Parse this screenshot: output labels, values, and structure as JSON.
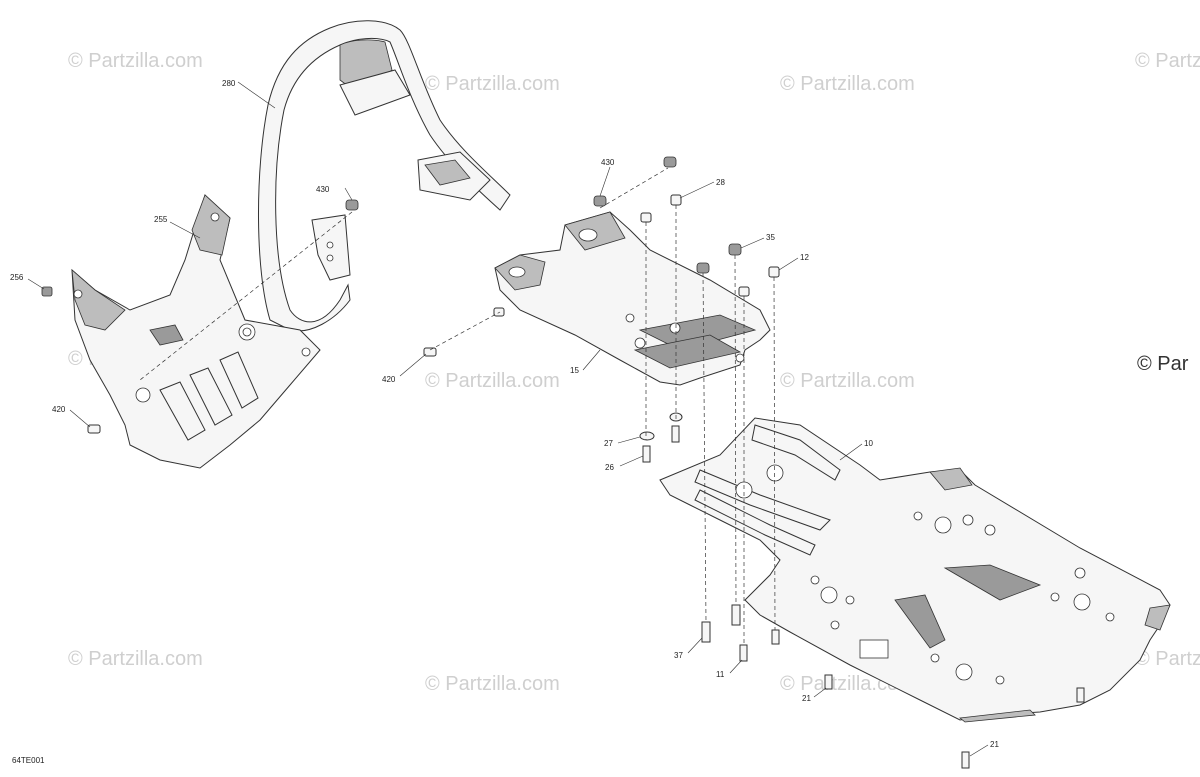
{
  "watermark": "© Partzilla.com",
  "watermark_cut": "© Par",
  "diagram_code": "64TE001",
  "callouts": {
    "c280": "280",
    "c430a": "430",
    "c255": "255",
    "c256": "256",
    "c420a": "420",
    "c430b": "430",
    "c28": "28",
    "c35": "35",
    "c12": "12",
    "c420b": "420",
    "c15": "15",
    "c27": "27",
    "c26": "26",
    "c10": "10",
    "c37": "37",
    "c11": "11",
    "c21a": "21",
    "c21b": "21"
  }
}
